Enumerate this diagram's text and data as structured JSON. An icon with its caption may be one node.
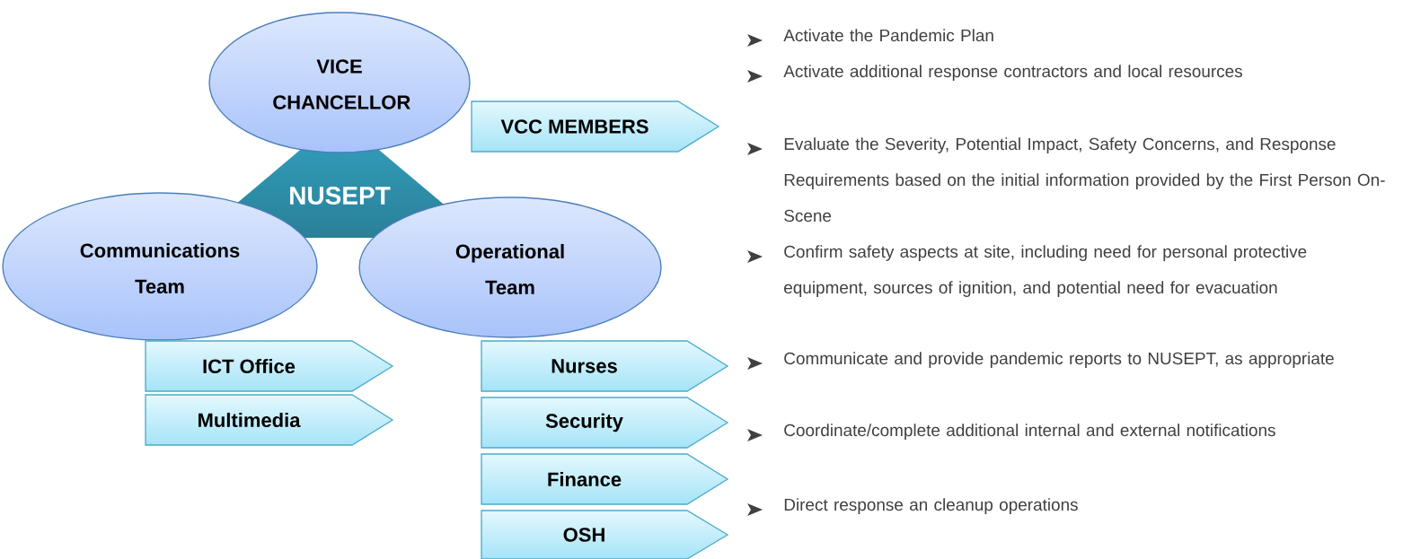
{
  "diagram": {
    "nodes": [
      {
        "text": [
          "VICE CHANCELLOR"
        ]
      },
      {
        "text": [
          "VCC MEMBERS"
        ]
      },
      {
        "text": [
          "NUSEPT"
        ]
      },
      {
        "text": [
          "Communications Team"
        ]
      },
      {
        "text": [
          "Operational Team"
        ]
      },
      {
        "text": [
          "ICT Office"
        ]
      },
      {
        "text": [
          "Multimedia"
        ]
      },
      {
        "text": [
          "Nurses"
        ]
      },
      {
        "text": [
          "Security"
        ]
      },
      {
        "text": [
          "Finance"
        ]
      },
      {
        "text": [
          "OSH"
        ]
      }
    ],
    "labels": [
      "Activate the Pandemic Plan",
      "Activate additional response contractors and local resources",
      "Evaluate the Severity, Potential Impact, Safety Concerns, and Response Requirements based on the initial information provided by the First Person On-Scene",
      "Confirm safety aspects at site, including need for personal protective equipment, sources of ignition, and potential need for evacuation",
      "Communicate and provide pandemic reports to NUSEPT, as appropriate",
      "Coordinate/complete additional internal and external notifications",
      "Direct response an cleanup operations"
    ]
  }
}
